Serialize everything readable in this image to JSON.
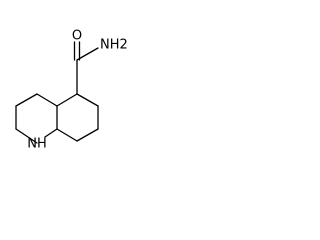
{
  "molecule": {
    "atoms": {
      "oxygen": "O",
      "amide_nitrogen": "NH2",
      "ring_nitrogen": "NH"
    },
    "colors": {
      "bond": "#000000",
      "text": "#000000",
      "background": "#ffffff"
    }
  }
}
